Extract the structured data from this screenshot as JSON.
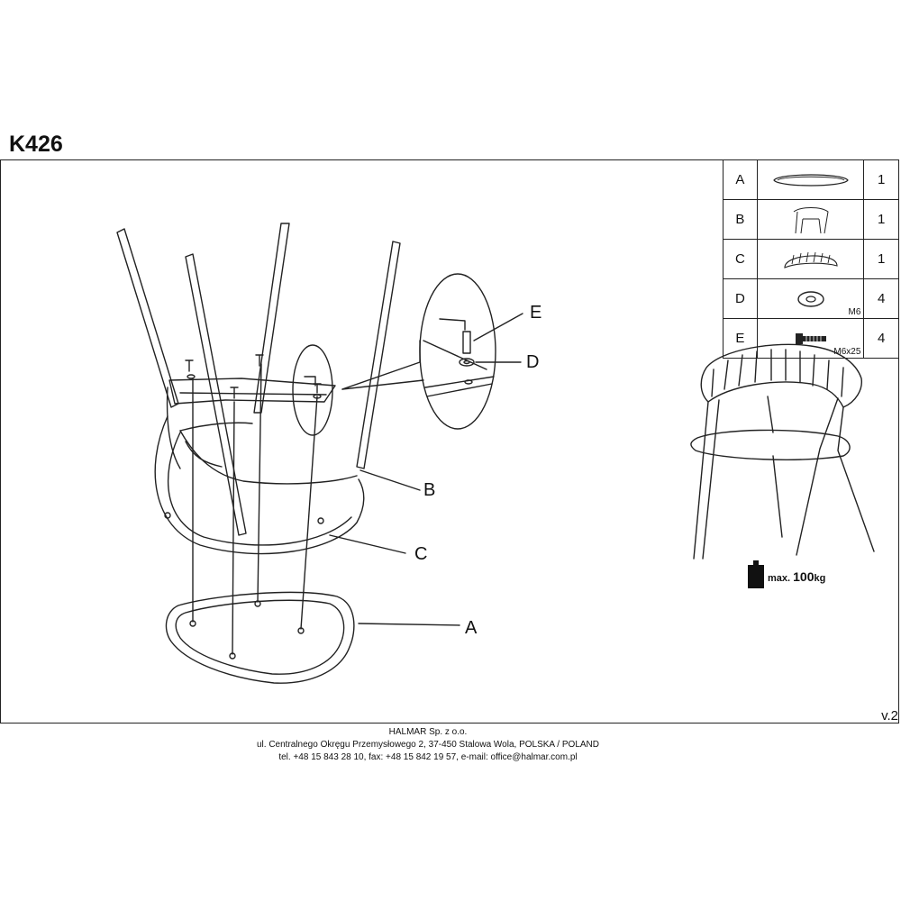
{
  "model_code": "K426",
  "parts": [
    {
      "letter": "A",
      "icon": "seat-cushion-icon",
      "spec": "",
      "qty": "1"
    },
    {
      "letter": "B",
      "icon": "chair-frame-icon",
      "spec": "",
      "qty": "1"
    },
    {
      "letter": "C",
      "icon": "backrest-icon",
      "spec": "",
      "qty": "1"
    },
    {
      "letter": "D",
      "icon": "washer-icon",
      "spec": "M6",
      "qty": "4"
    },
    {
      "letter": "E",
      "icon": "bolt-icon",
      "spec": "M6x25",
      "qty": "4"
    }
  ],
  "callouts": {
    "a": "A",
    "b": "B",
    "c": "C",
    "d": "D",
    "e": "E"
  },
  "max_load": {
    "prefix": "max.",
    "value": "100",
    "unit": "kg"
  },
  "version": "v.2",
  "footer": {
    "company": "HALMAR Sp. z o.o.",
    "address": "ul. Centralnego Okręgu Przemysłowego 2, 37-450 Stalowa Wola, POLSKA / POLAND",
    "contact": "tel. +48 15 843 28 10, fax: +48 15 842 19 57, e-mail: office@halmar.com.pl"
  }
}
